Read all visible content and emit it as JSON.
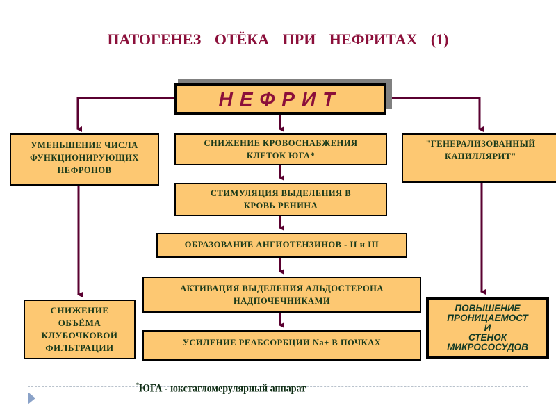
{
  "title": "ПАТОГЕНЕЗ ОТЁКА ПРИ НЕФРИТАХ (1)",
  "colors": {
    "title": "#8b0f3a",
    "box_fill": "#fdc872",
    "box_text": "#1a3a1a",
    "arrow": "#5a0030",
    "border": "#000000"
  },
  "root": {
    "label": "НЕФРИТ"
  },
  "left_branch": {
    "top": [
      "УМЕНЬШЕНИЕ ЧИСЛА",
      "ФУНКЦИОНИРУЮЩИХ",
      "НЕФРОНОВ"
    ],
    "bottom": [
      "СНИЖЕНИЕ",
      "ОБЪЁМА",
      "КЛУБОЧКОВОЙ",
      "ФИЛЬТРАЦИИ"
    ]
  },
  "center_chain": [
    {
      "lines": [
        "СНИЖЕНИЕ КРОВОСНАБЖЕНИЯ",
        "КЛЕТОК ЮГА*"
      ]
    },
    {
      "lines": [
        "СТИМУЛЯЦИЯ ВЫДЕЛЕНИЯ В",
        "КРОВЬ РЕНИНА"
      ]
    },
    {
      "lines": [
        "ОБРАЗОВАНИЕ АНГИОТЕНЗИНОВ - II и III"
      ]
    },
    {
      "lines": [
        "АКТИВАЦИЯ ВЫДЕЛЕНИЯ АЛЬДОСТЕРОНА",
        "НАДПОЧЕЧНИКАМИ"
      ]
    },
    {
      "lines": [
        "УСИЛЕНИЕ РЕАБСОРБЦИИ Na+ В ПОЧКАХ"
      ]
    }
  ],
  "right_branch": {
    "top": [
      "\"ГЕНЕРАЛИЗОВАННЫЙ",
      "КАПИЛЛЯРИТ\""
    ],
    "bottom": [
      "ПОВЫШЕНИЕ",
      "ПРОНИЦАЕМОСТ",
      "И",
      "СТЕНОК",
      "МИКРОСОСУДОВ"
    ]
  },
  "footnote": {
    "marker": "*",
    "text": "ЮГА - юкстагломерулярный аппарат"
  }
}
